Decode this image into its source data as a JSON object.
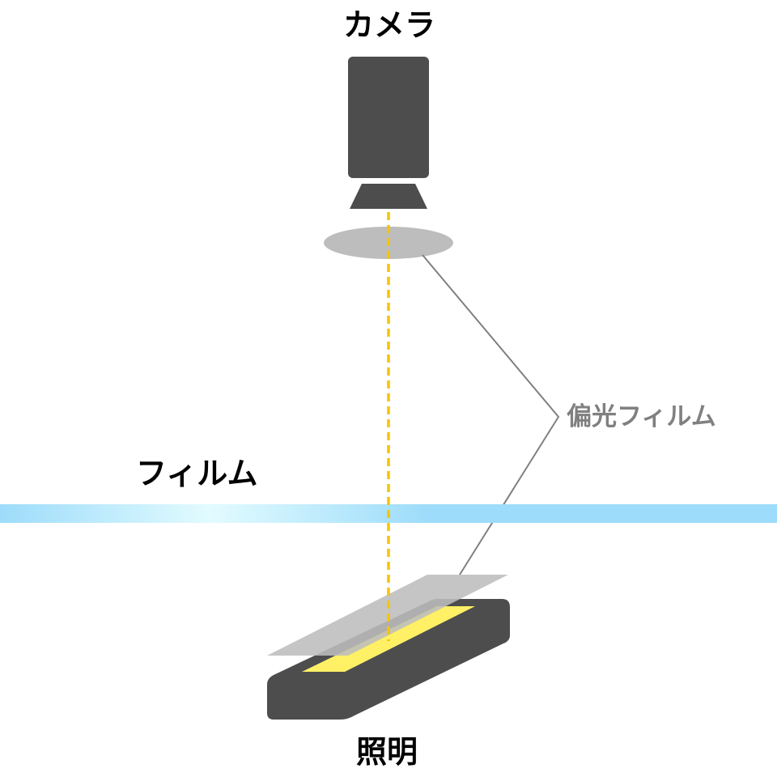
{
  "labels": {
    "camera": "カメラ",
    "film": "フィルム",
    "polarizing_film": "偏光フィルム",
    "illumination": "照明"
  },
  "colors": {
    "device": "#4d4d4d",
    "polarizer": "#bdbdbd",
    "leader_line": "#808080",
    "light_path": "#f5c400",
    "emitter": "#fff066",
    "film_edge": "#9ddcfa",
    "film_center": "#e2fbff",
    "text_primary": "#000000",
    "text_secondary": "#808080"
  }
}
